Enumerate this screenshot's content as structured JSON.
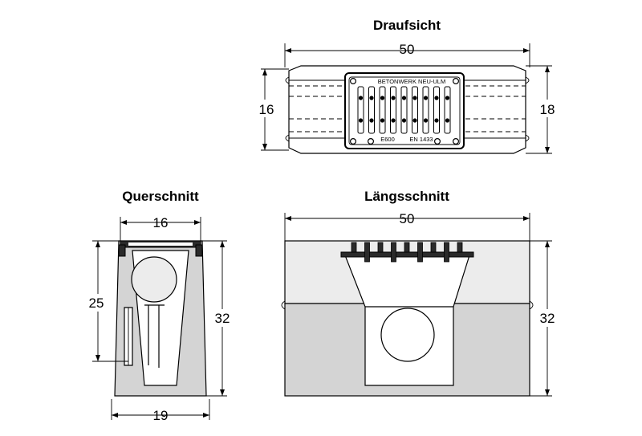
{
  "views": {
    "top": {
      "title": "Draufsicht",
      "dim_length": "50",
      "dim_inner_width": "16",
      "dim_outer_width": "18",
      "plate_brand": "BETONWERK NEU-ULM",
      "plate_class": "E600",
      "plate_norm": "EN 1433"
    },
    "cross": {
      "title": "Querschnitt",
      "dim_top_width": "16",
      "dim_depth": "25",
      "dim_height": "32",
      "dim_bottom_width": "19"
    },
    "long": {
      "title": "Längsschnitt",
      "dim_length": "50",
      "dim_height": "32"
    }
  },
  "colors": {
    "concrete": "#d4d4d4",
    "concrete_light": "#ececec",
    "line": "#000000",
    "grate": "#2a2a2a"
  }
}
